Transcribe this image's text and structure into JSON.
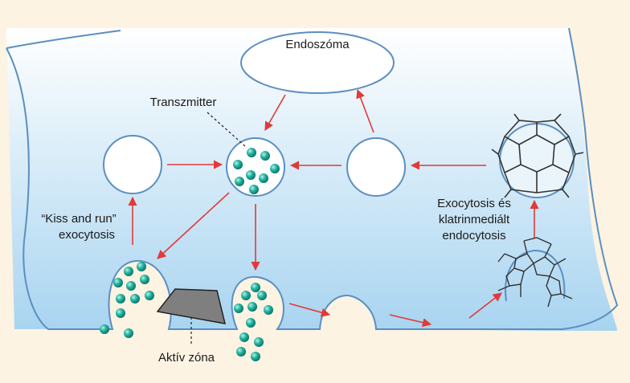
{
  "diagram": {
    "labels": {
      "endosome": "Endoszóma",
      "transmitter": "Transzmitter",
      "kiss_and_run_line1": "“Kiss and run”",
      "kiss_and_run_line2": "exocytosis",
      "exo_endo_line1": "Exocytosis és",
      "exo_endo_line2": "klatrinmediált",
      "exo_endo_line3": "endocytosis",
      "active_zone": "Aktív zóna"
    },
    "colors": {
      "background": "#fdf3e3",
      "cytoplasm_top": "#ffffff",
      "cytoplasm_bottom": "#a8d4f0",
      "membrane": "#5b8fc0",
      "arrow": "#e03a3a",
      "vesicle_fill": "#ffffff",
      "transmitter": "#1aa796",
      "clathrin": "#333333",
      "active_zone": "#7f7f7f"
    }
  }
}
